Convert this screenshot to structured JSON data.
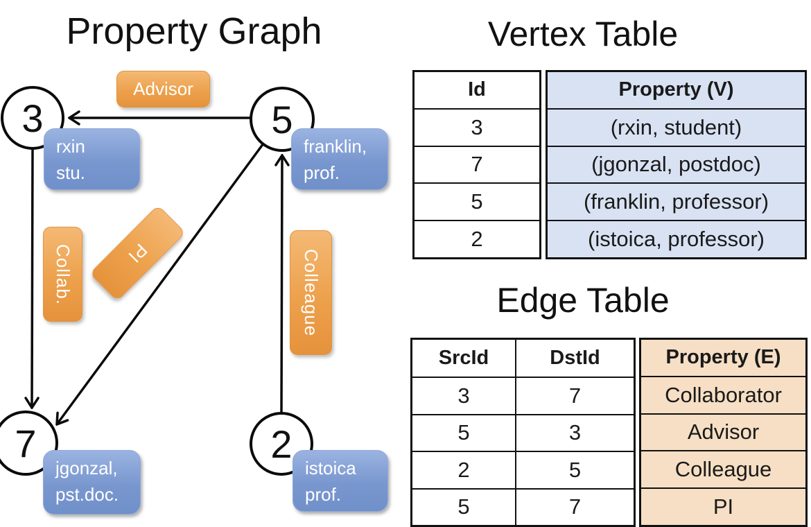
{
  "titles": {
    "graph": "Property Graph",
    "vertex_table": "Vertex Table",
    "edge_table": "Edge Table"
  },
  "graph": {
    "nodes": [
      {
        "id": "3",
        "prop_line1": "rxin",
        "prop_line2": "stu."
      },
      {
        "id": "5",
        "prop_line1": "franklin,",
        "prop_line2": "prof."
      },
      {
        "id": "7",
        "prop_line1": "jgonzal,",
        "prop_line2": "pst.doc."
      },
      {
        "id": "2",
        "prop_line1": "istoica",
        "prop_line2": "prof."
      }
    ],
    "edge_labels": {
      "advisor": "Advisor",
      "collab": "Collab.",
      "pi": "PI",
      "colleague": "Colleague"
    },
    "edges": [
      {
        "src": "5",
        "dst": "3",
        "label": "Advisor"
      },
      {
        "src": "3",
        "dst": "7",
        "label": "Collab."
      },
      {
        "src": "5",
        "dst": "7",
        "label": "PI"
      },
      {
        "src": "2",
        "dst": "5",
        "label": "Colleague"
      }
    ]
  },
  "vertex_table": {
    "columns": [
      "Id",
      "Property (V)"
    ],
    "rows": [
      {
        "id": "3",
        "property": "(rxin, student)"
      },
      {
        "id": "7",
        "property": "(jgonzal, postdoc)"
      },
      {
        "id": "5",
        "property": "(franklin, professor)"
      },
      {
        "id": "2",
        "property": "(istoica, professor)"
      }
    ]
  },
  "edge_table": {
    "columns": [
      "SrcId",
      "DstId",
      "Property (E)"
    ],
    "rows": [
      {
        "src": "3",
        "dst": "7",
        "property": "Collaborator"
      },
      {
        "src": "5",
        "dst": "3",
        "property": "Advisor"
      },
      {
        "src": "2",
        "dst": "5",
        "property": "Colleague"
      },
      {
        "src": "5",
        "dst": "7",
        "property": "PI"
      }
    ]
  },
  "colors": {
    "edge_label_orange": "#EDA14C",
    "node_property_blue": "#7F9DD4",
    "vertex_property_column_fill": "#D9E2F3",
    "edge_property_column_fill": "#F6DFC4",
    "table_border": "#111111",
    "graph_ink": "#0B0B0B"
  }
}
